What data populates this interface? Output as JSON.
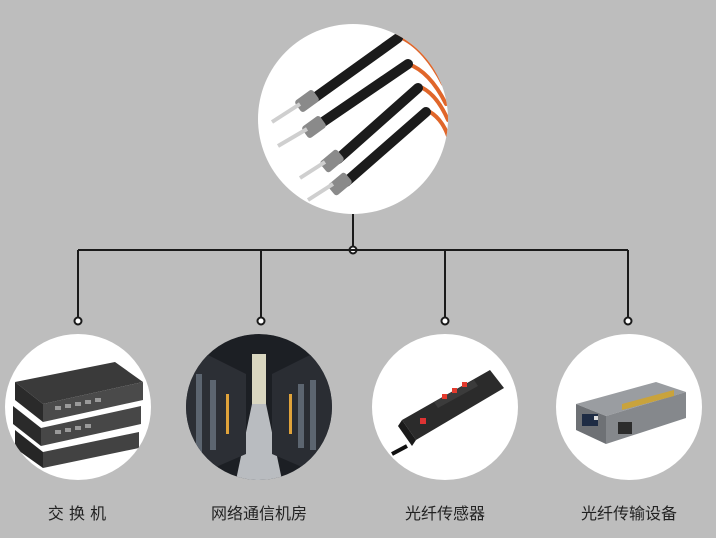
{
  "diagram": {
    "top_item": {
      "icon": "fiber-optic-patch-cord-image"
    },
    "items": [
      {
        "label": "交 换 机",
        "icon": "network-switch-image"
      },
      {
        "label": "网络通信机房",
        "icon": "data-center-room-image"
      },
      {
        "label": "光纤传感器",
        "icon": "fiber-optic-sensor-image"
      },
      {
        "label": "光纤传输设备",
        "icon": "media-converter-image"
      }
    ],
    "colors": {
      "background": "#bdbdbd",
      "line": "#1a1a1a",
      "circle": "#ffffff",
      "fiber_orange": "#e0662a"
    }
  }
}
